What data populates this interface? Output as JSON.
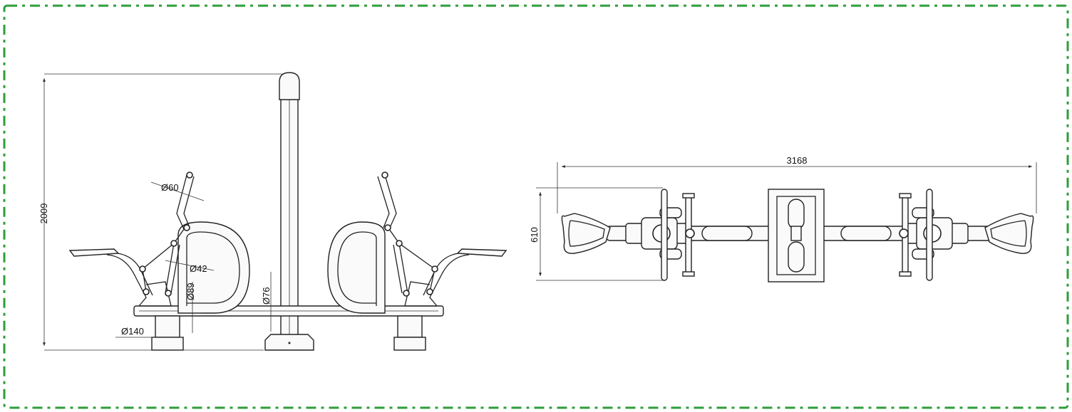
{
  "drawing": {
    "border_color": "#2e9e3a",
    "line_color": "#222222",
    "background": "#ffffff"
  },
  "side_view": {
    "height_dim": "2009",
    "dia_handle": "Ø60",
    "dia_arm": "Ø42",
    "dia_upright": "Ø89",
    "dia_post": "Ø76",
    "dia_foot": "Ø140"
  },
  "top_view": {
    "length_dim": "3168",
    "width_dim": "610"
  }
}
